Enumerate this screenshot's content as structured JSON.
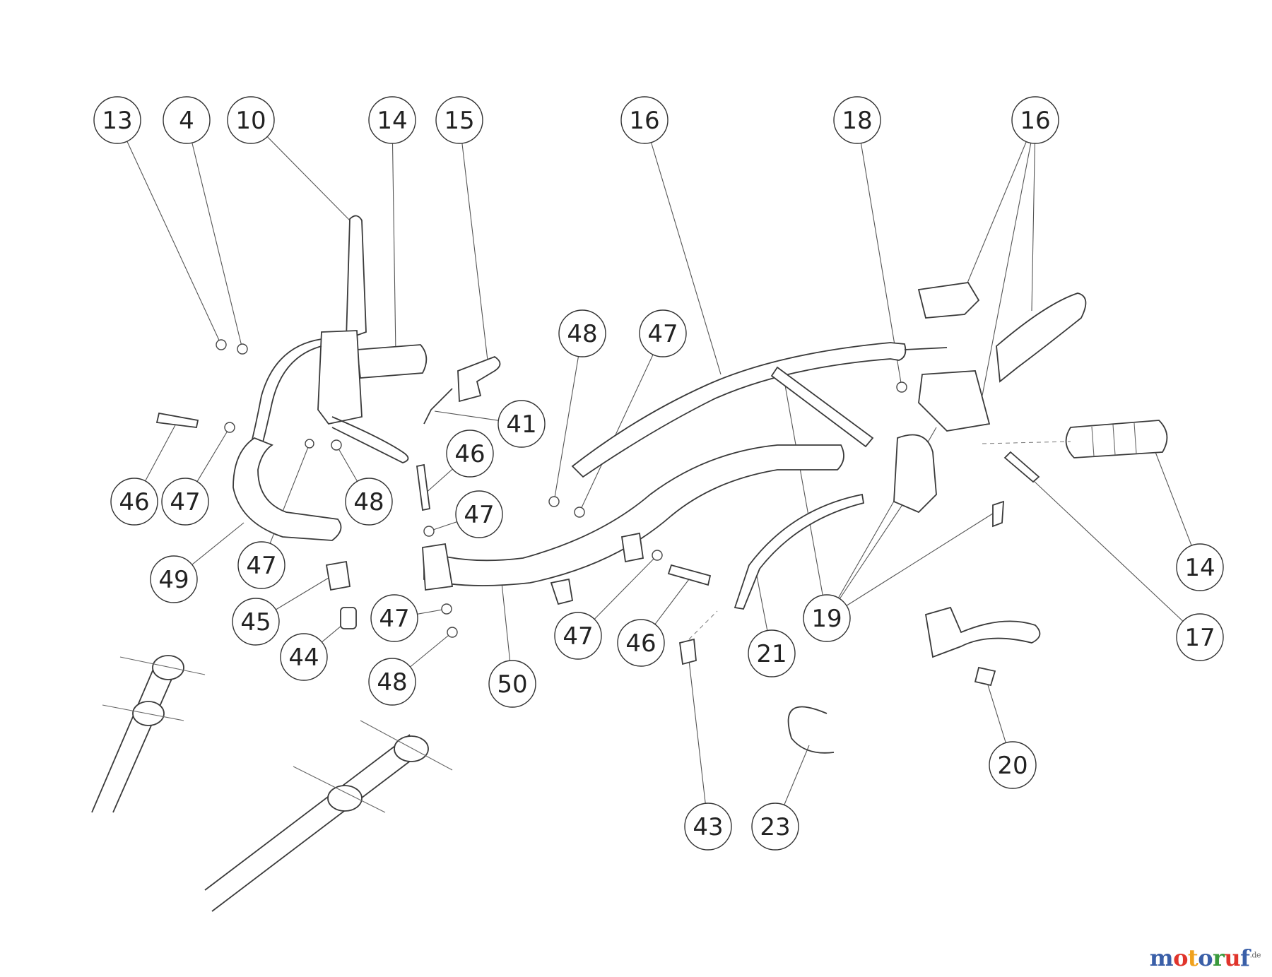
{
  "callouts": [
    {
      "label": "13"
    },
    {
      "label": "4"
    },
    {
      "label": "10"
    },
    {
      "label": "14"
    },
    {
      "label": "15"
    },
    {
      "label": "16"
    },
    {
      "label": "18"
    },
    {
      "label": "16"
    },
    {
      "label": "48"
    },
    {
      "label": "47"
    },
    {
      "label": "41"
    },
    {
      "label": "46"
    },
    {
      "label": "47"
    },
    {
      "label": "46"
    },
    {
      "label": "47"
    },
    {
      "label": "48"
    },
    {
      "label": "47"
    },
    {
      "label": "49"
    },
    {
      "label": "45"
    },
    {
      "label": "44"
    },
    {
      "label": "47"
    },
    {
      "label": "48"
    },
    {
      "label": "50"
    },
    {
      "label": "47"
    },
    {
      "label": "46"
    },
    {
      "label": "21"
    },
    {
      "label": "19"
    },
    {
      "label": "14"
    },
    {
      "label": "17"
    },
    {
      "label": "20"
    },
    {
      "label": "43"
    },
    {
      "label": "23"
    }
  ],
  "watermark": {
    "letters": [
      {
        "char": "m",
        "color": "#3a5fa8"
      },
      {
        "char": "o",
        "color": "#e0342b"
      },
      {
        "char": "t",
        "color": "#f0a11c"
      },
      {
        "char": "o",
        "color": "#3a5fa8"
      },
      {
        "char": "r",
        "color": "#3a9a3c"
      },
      {
        "char": "u",
        "color": "#e0342b"
      },
      {
        "char": "f",
        "color": "#3a5fa8"
      }
    ],
    "suffix": ".de"
  }
}
